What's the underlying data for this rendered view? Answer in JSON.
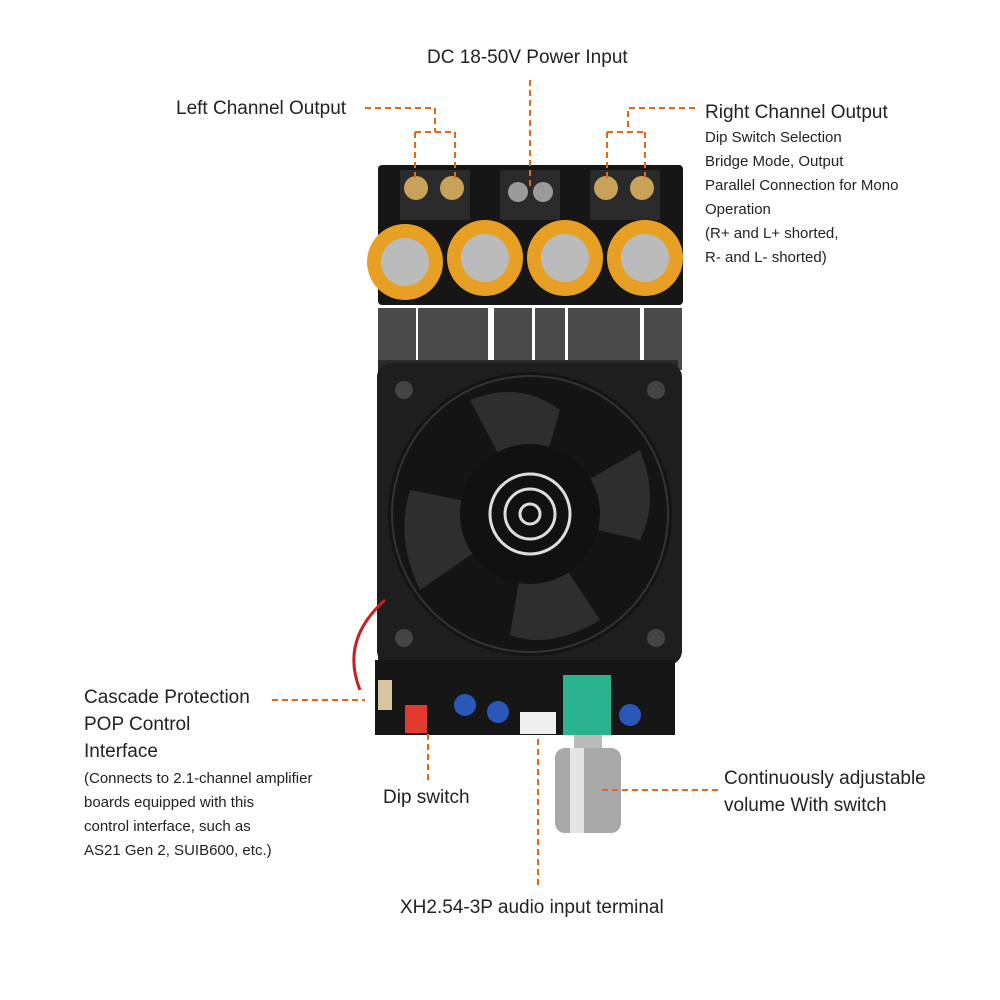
{
  "colors": {
    "leader": "#e06a1b",
    "pcb": "#1b1b1b",
    "capacitor": "#e8a024",
    "fan": "#202020"
  },
  "labels": {
    "power_input": "DC 18-50V Power Input",
    "left_output": "Left Channel Output",
    "right_output": {
      "title": "Right Channel Output",
      "lines": [
        "Dip Switch Selection",
        "Bridge Mode, Output",
        "Parallel Connection for Mono",
        "Operation",
        "(R+ and L+ shorted,",
        "R- and L- shorted)"
      ]
    },
    "cascade": {
      "title_lines": [
        "Cascade Protection",
        "POP Control",
        "Interface"
      ],
      "lines": [
        "(Connects to 2.1-channel amplifier",
        "boards equipped with this",
        "control interface, such as",
        "AS21 Gen 2, SUIB600, etc.)"
      ]
    },
    "dip_switch": "Dip switch",
    "volume": {
      "lines": [
        "Continuously adjustable",
        "volume With switch"
      ]
    },
    "audio_input": "XH2.54-3P audio input terminal"
  }
}
